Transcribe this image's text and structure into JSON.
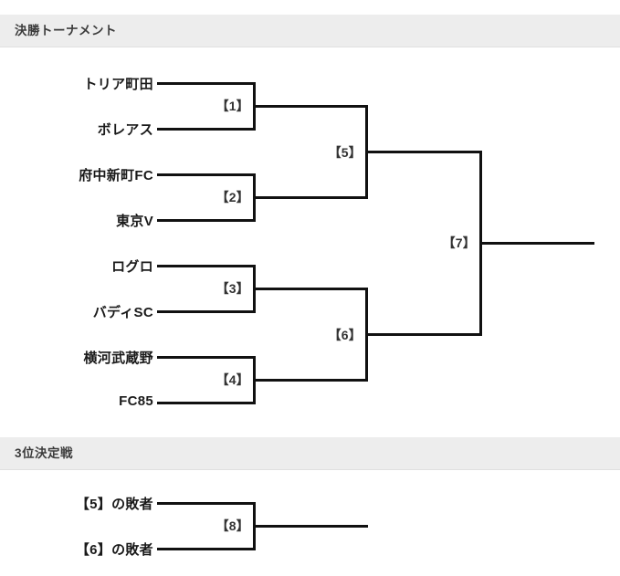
{
  "sections": [
    {
      "id": "final-tournament",
      "title": "決勝トーナメント"
    },
    {
      "id": "third-place",
      "title": "3位決定戦"
    }
  ],
  "bracket": {
    "teams": [
      {
        "name": "トリア町田"
      },
      {
        "name": "ボレアス"
      },
      {
        "name": "府中新町FC"
      },
      {
        "name": "東京V"
      },
      {
        "name": "ログロ"
      },
      {
        "name": "バディSC"
      },
      {
        "name": "横河武蔵野"
      },
      {
        "name": "FC85"
      }
    ],
    "matches": [
      {
        "id": "m1",
        "label": "【1】"
      },
      {
        "id": "m2",
        "label": "【2】"
      },
      {
        "id": "m3",
        "label": "【3】"
      },
      {
        "id": "m4",
        "label": "【4】"
      },
      {
        "id": "m5",
        "label": "【5】"
      },
      {
        "id": "m6",
        "label": "【6】"
      },
      {
        "id": "m7",
        "label": "【7】"
      }
    ]
  },
  "third_place": {
    "entrants": [
      {
        "name": "【5】の敗者"
      },
      {
        "name": "【6】の敗者"
      }
    ],
    "matches": [
      {
        "id": "m8",
        "label": "【8】"
      }
    ]
  },
  "colors": {
    "line": "#111111",
    "header_bg": "#ededed",
    "header_text": "#3c3c3c",
    "team_text": "#1a1a1a"
  }
}
